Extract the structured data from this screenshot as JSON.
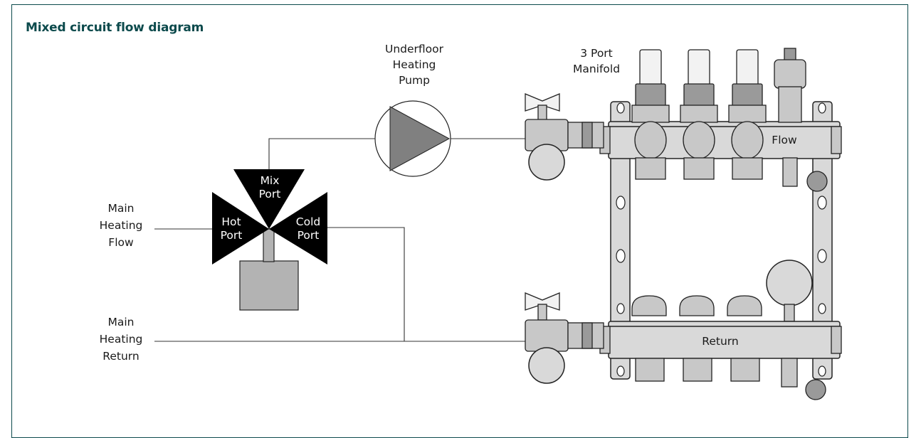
{
  "diagram": {
    "title": "Mixed circuit flow diagram",
    "labels": {
      "pump_line1": "Underfloor",
      "pump_line2": "Heating",
      "pump_line3": "Pump",
      "manifold_line1": "3 Port",
      "manifold_line2": "Manifold",
      "main_flow_line1": "Main",
      "main_flow_line2": "Heating",
      "main_flow_line3": "Flow",
      "main_return_line1": "Main",
      "main_return_line2": "Heating",
      "main_return_line3": "Return",
      "mix_port_line1": "Mix",
      "mix_port_line2": "Port",
      "hot_port_line1": "Hot",
      "hot_port_line2": "Port",
      "cold_port_line1": "Cold",
      "cold_port_line2": "Port",
      "flow": "Flow",
      "return": "Return"
    },
    "colors": {
      "frame": "#0c4a4c",
      "title": "#0c4a4c",
      "valve": "#000000",
      "actuator": "#b3b3b3",
      "pump_triangle": "#808080"
    }
  }
}
